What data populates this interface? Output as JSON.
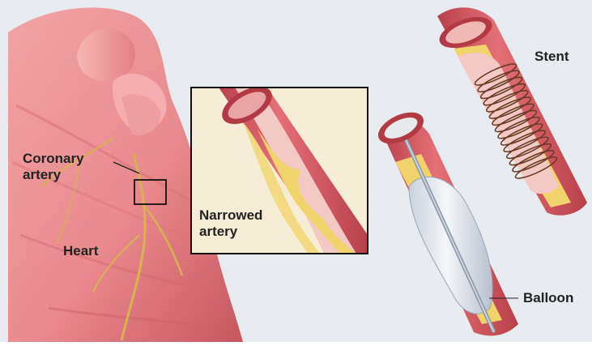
{
  "labels": {
    "coronary_artery": "Coronary\nartery",
    "heart": "Heart",
    "narrowed_artery": "Narrowed\nartery",
    "stent": "Stent",
    "balloon": "Balloon"
  },
  "colors": {
    "background": "#e9ecf1",
    "heart": "#e98a8e",
    "heart_shadow": "#c8565e",
    "artery_wall": "#d9545c",
    "plaque": "#f0d36a",
    "lumen": "#f3c9c6",
    "stent_wire": "#6b3a22",
    "balloon": "#e6ebf1",
    "inset_bg": "#f5edd5"
  }
}
